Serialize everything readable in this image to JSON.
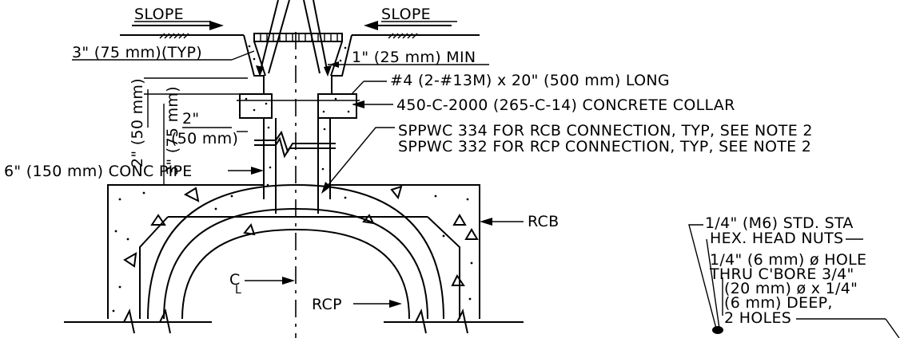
{
  "labels": {
    "slope_left": "SLOPE",
    "slope_right": "SLOPE",
    "typ_spacing": "3\" (75 mm)(TYP)",
    "min_clear": "1\" (25 mm) MIN",
    "rebar": "#4 (2-#13M) x 20\" (500 mm) LONG",
    "collar": "450-C-2000 (265-C-14) CONCRETE COLLAR",
    "dim_2in": "2\"",
    "dim_50mm": "(50 mm)",
    "vert_2in_50mm": "2\" (50 mm)",
    "vert_3in_75mm": "3\" (75 mm)",
    "sppwc_rcb": "SPPWC 334 FOR RCB CONNECTION, TYP, SEE NOTE 2",
    "sppwc_rcp": "SPPWC 332 FOR RCP CONNECTION, TYP, SEE NOTE 2",
    "conc_pipe": "6\" (150 mm) CONC PIPE",
    "rcb": "RCB",
    "rcp": "RCP",
    "centerline_c": "C",
    "centerline_l": "L"
  },
  "detail": {
    "line1": "1/4\" (M6) STD. STA",
    "line2": "HEX. HEAD NUTS",
    "line3": "1/4\" (6 mm) ø HOLE",
    "line4": "THRU C'BORE 3/4\"",
    "line5": "(20 mm) ø x 1/4\"",
    "line6": "(6 mm) DEEP,",
    "line7": "2 HOLES"
  }
}
